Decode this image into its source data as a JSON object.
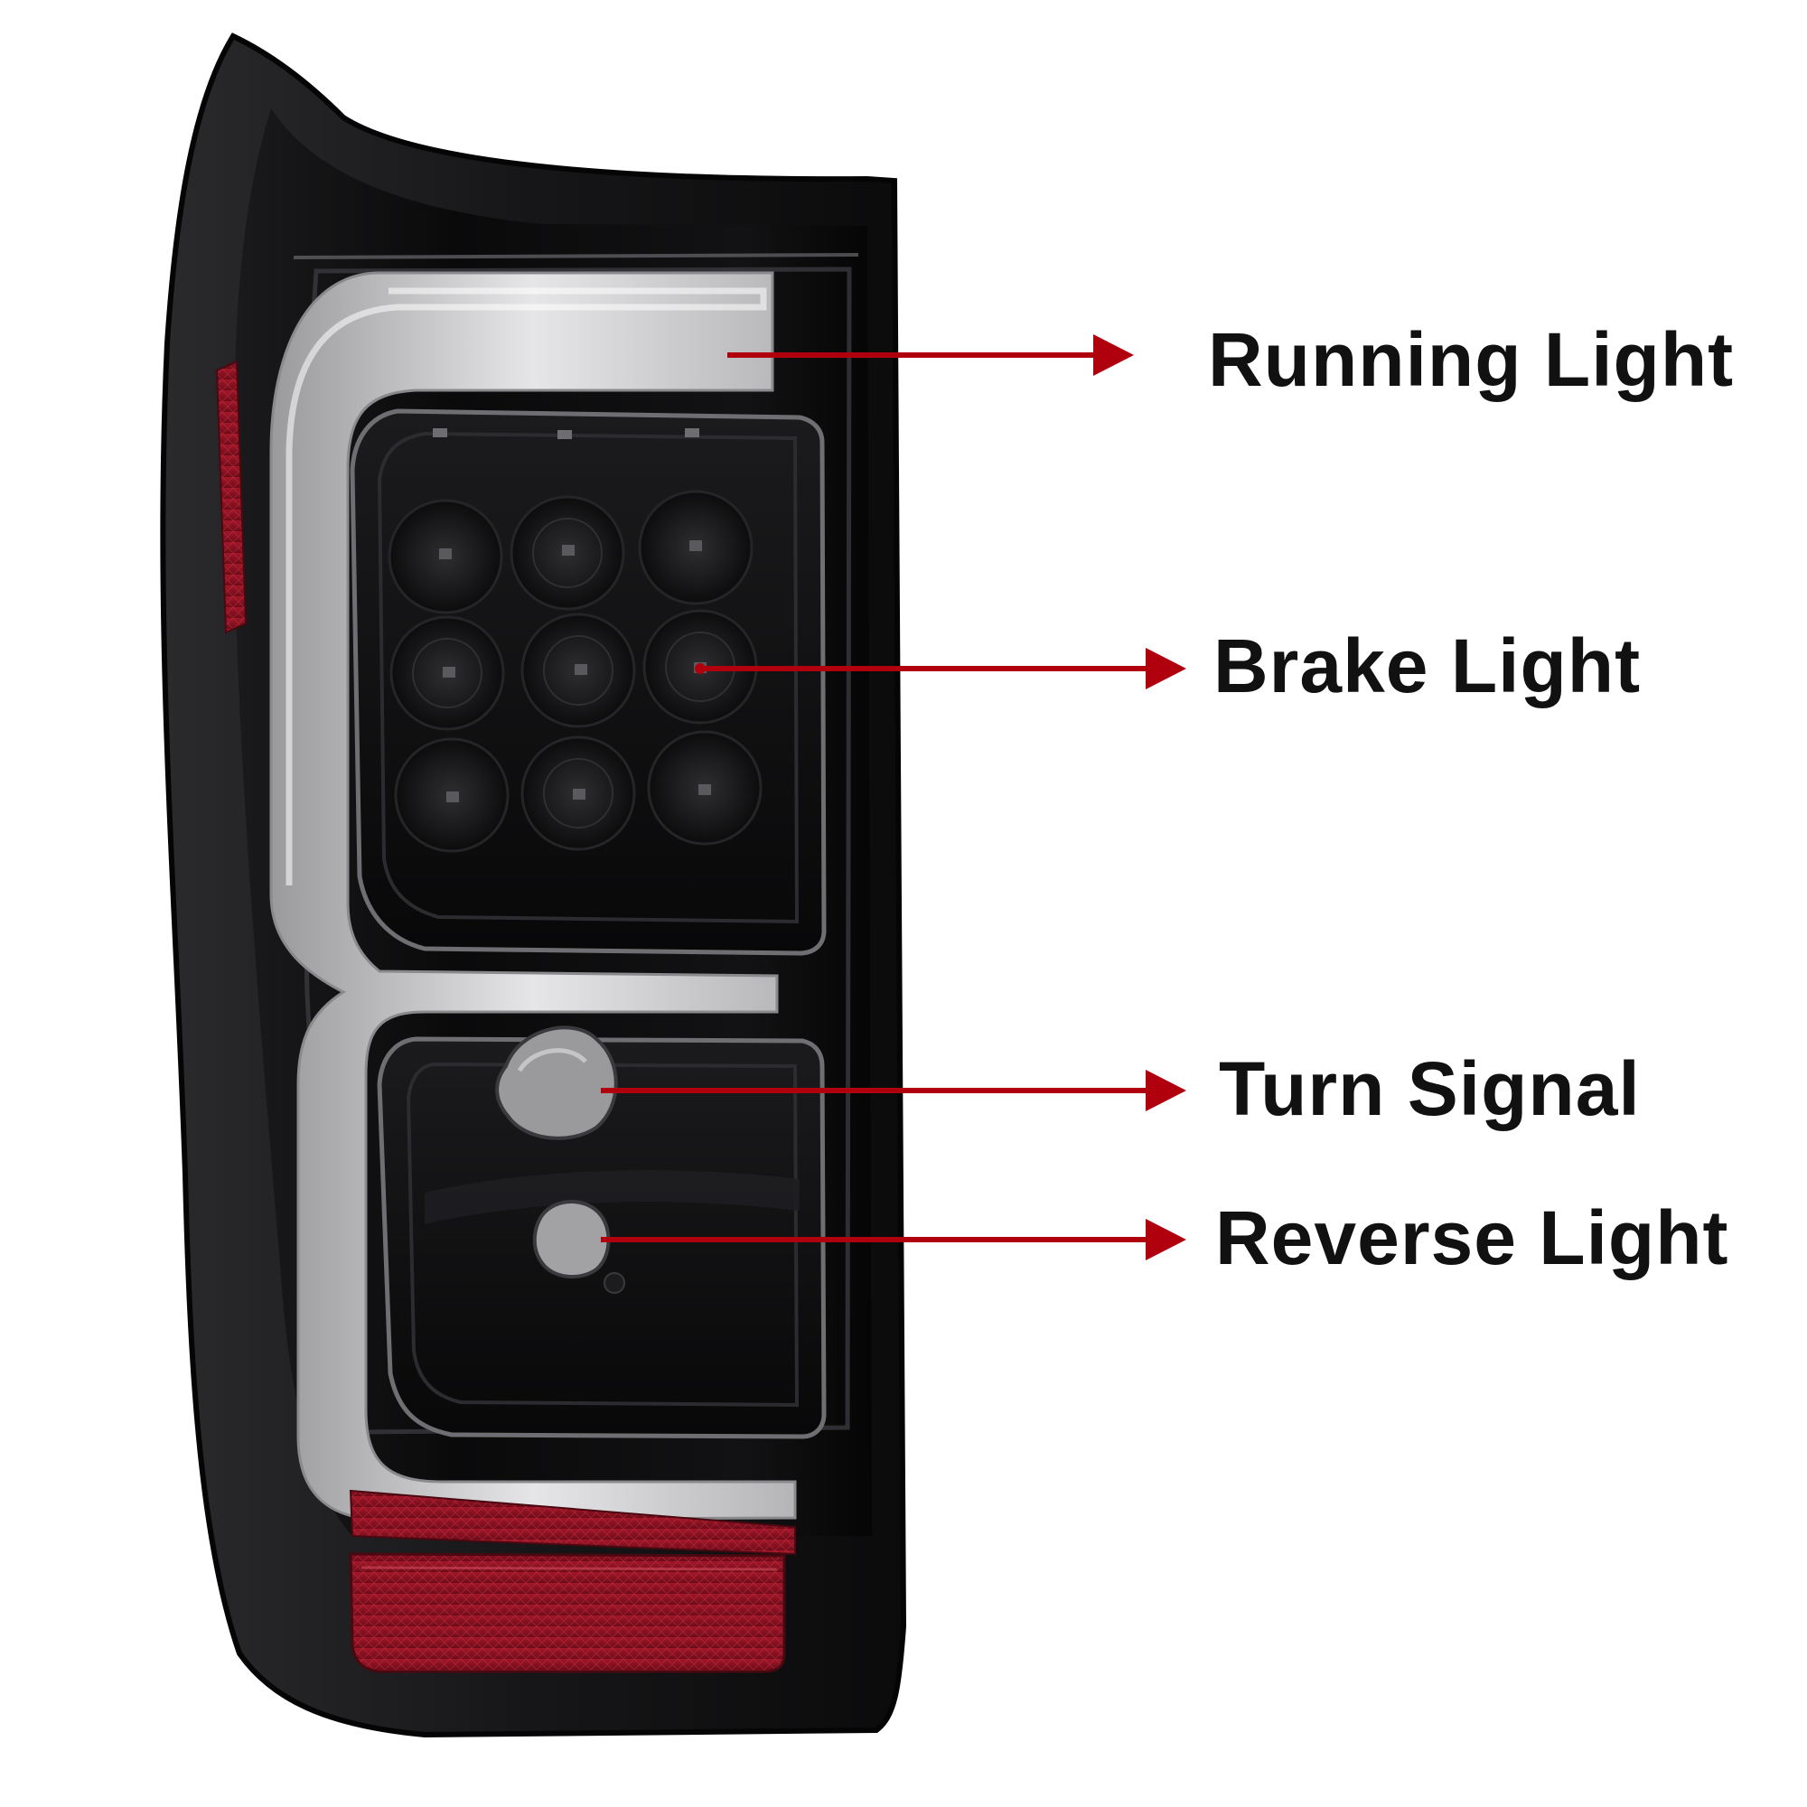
{
  "diagram": {
    "subject": "LED tail light assembly",
    "accent_color": "#b0000d",
    "lamp_colors": {
      "housing": "#0d0d0e",
      "light_bar": "#dcdcdc",
      "reflector": "#8e1020"
    },
    "callouts": [
      {
        "id": "running",
        "label": "Running Light"
      },
      {
        "id": "brake",
        "label": "Brake Light"
      },
      {
        "id": "turn",
        "label": "Turn Signal"
      },
      {
        "id": "reverse",
        "label": "Reverse Light"
      }
    ]
  }
}
